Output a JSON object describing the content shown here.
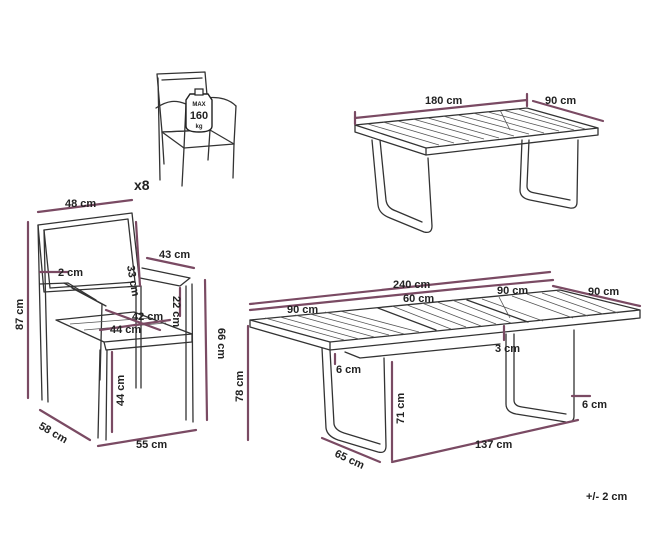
{
  "chair_small": {
    "quantity": "x8",
    "badge_max": "MAX",
    "badge_value": "160",
    "badge_unit": "kg"
  },
  "table_small": {
    "length": "180 cm",
    "depth": "90 cm"
  },
  "chair_dims": {
    "width_top": "48 cm",
    "back_height": "33 cm",
    "arm_depth": "43 cm",
    "frame_thickness": "2 cm",
    "total_height": "87 cm",
    "armrest_height": "22 cm",
    "seat_depth_diag": "42 cm",
    "seat_width": "44 cm",
    "arm_height": "66 cm",
    "seat_height": "44 cm",
    "depth": "58 cm",
    "width": "55 cm"
  },
  "table_dims": {
    "extended_length": "240 cm",
    "section_left": "90 cm",
    "section_mid": "60 cm",
    "section_right": "90 cm",
    "depth": "90 cm",
    "top_thickness": "3 cm",
    "apron": "6 cm",
    "leg_width": "6 cm",
    "height": "78 cm",
    "leg_clearance": "71 cm",
    "leg_depth": "65 cm",
    "leg_span": "137 cm"
  },
  "tolerance": "+/- 2 cm"
}
